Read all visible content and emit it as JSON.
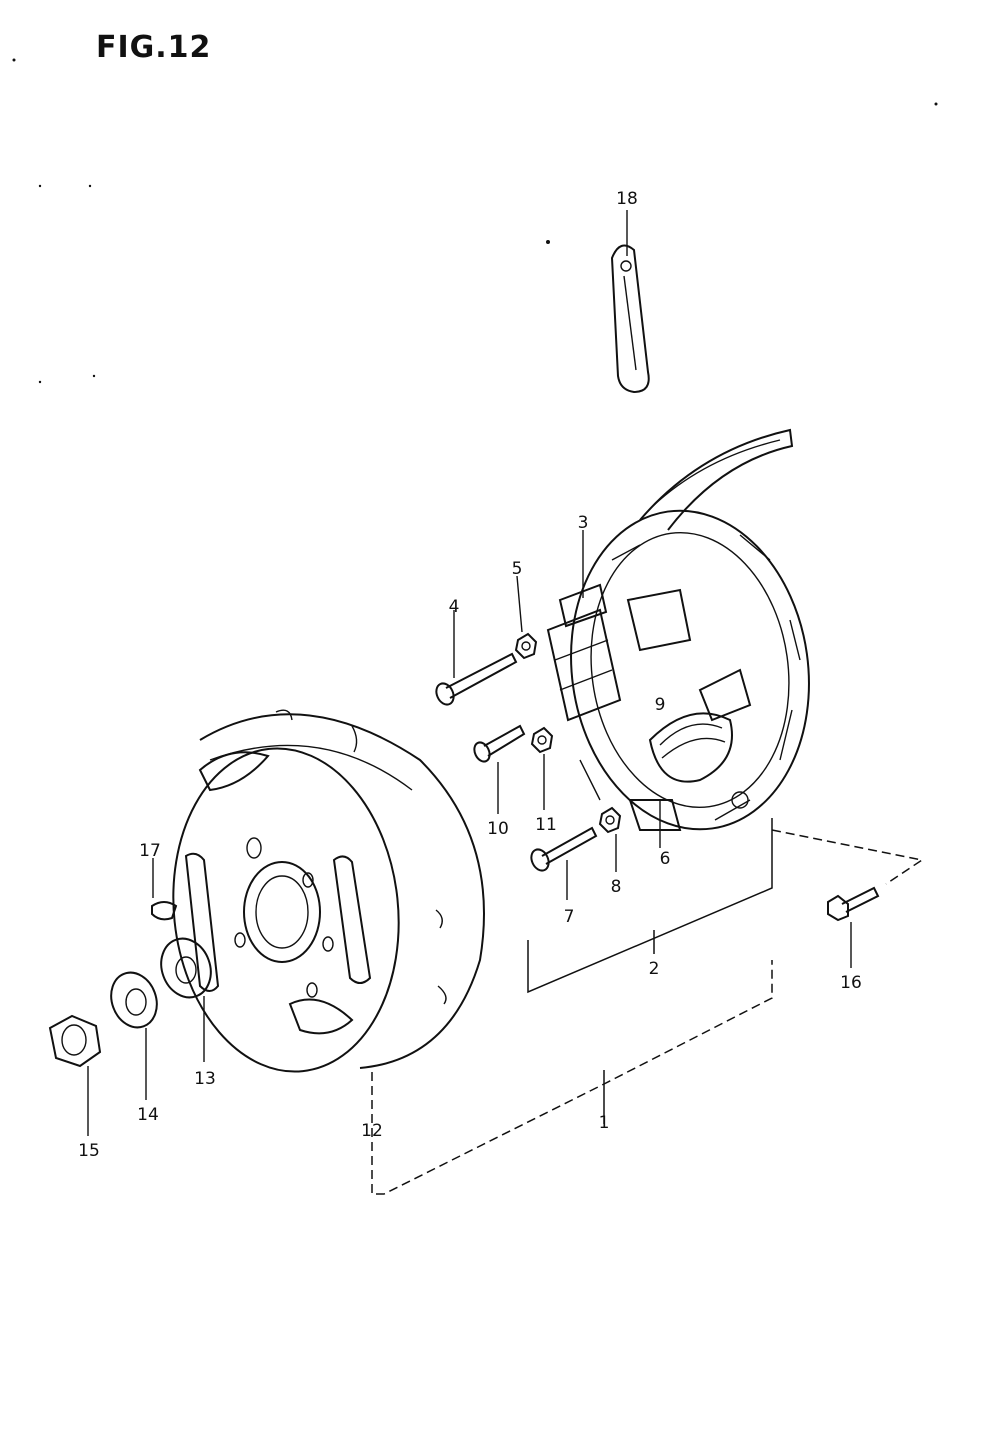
{
  "figure": {
    "title": "FIG.12"
  },
  "callouts": [
    {
      "id": "p1",
      "label": "1"
    },
    {
      "id": "p2",
      "label": "2"
    },
    {
      "id": "p3",
      "label": "3"
    },
    {
      "id": "p4",
      "label": "4"
    },
    {
      "id": "p5",
      "label": "5"
    },
    {
      "id": "p6",
      "label": "6"
    },
    {
      "id": "p7",
      "label": "7"
    },
    {
      "id": "p8",
      "label": "8"
    },
    {
      "id": "p9",
      "label": "9"
    },
    {
      "id": "p10",
      "label": "10"
    },
    {
      "id": "p11",
      "label": "11"
    },
    {
      "id": "p12",
      "label": "12"
    },
    {
      "id": "p13",
      "label": "13"
    },
    {
      "id": "p14",
      "label": "14"
    },
    {
      "id": "p15",
      "label": "15"
    },
    {
      "id": "p16",
      "label": "16"
    },
    {
      "id": "p17",
      "label": "17"
    },
    {
      "id": "p18",
      "label": "18"
    }
  ]
}
